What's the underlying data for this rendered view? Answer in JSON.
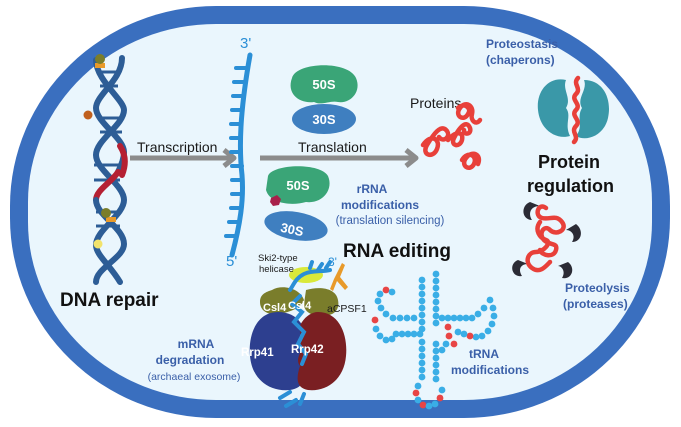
{
  "colors": {
    "cell_wall": "#3a6fbf",
    "cytoplasm": "#eaf6fd",
    "dna_strand": "#2d5d96",
    "dna_damage": "#b52033",
    "mrna": "#2b8fd6",
    "ribosome_50s": "#3aa577",
    "ribosome_30s": "#3f7fc0",
    "protein": "#e8403a",
    "chaperone": "#3a98a8",
    "protease": "#2b2b35",
    "arrow": "#8c8c8c",
    "csl4": "#7a7d2b",
    "rrp41": "#2d3f8f",
    "rrp42": "#7a1f22",
    "helicase": "#d9e93a",
    "acpsf1": "#e89a2a",
    "trna_base": "#3aaee6",
    "trna_modified": "#e84545",
    "label_blue": "#3a5fa8"
  },
  "labels": {
    "dna_repair": "DNA repair",
    "transcription": "Transcription",
    "translation": "Translation",
    "mrna_3prime": "3'",
    "mrna_5prime": "5'",
    "ribosome_large": "50S",
    "ribosome_small": "30S",
    "ribosome_large_2": "50S",
    "ribosome_small_2": "30S",
    "rrna_line1": "rRNA",
    "rrna_line2": "modifications",
    "rrna_line3": "(translation silencing)",
    "proteins": "Proteins",
    "proteostasis_line1": "Proteostasis",
    "proteostasis_line2": "(chaperons)",
    "protein_regulation_line1": "Protein",
    "protein_regulation_line2": "regulation",
    "proteolysis_line1": "Proteolysis",
    "proteolysis_line2": "(proteases)",
    "rna_editing": "RNA editing",
    "helicase_line1": "Ski2-type",
    "helicase_line2": "helicase",
    "exosome_3prime": "3'",
    "acpsf1": "aCPSF1",
    "csl4_left": "Csl4",
    "csl4_right": "Csl4",
    "rrp41": "Rrp41",
    "rrp42": "Rrp42",
    "mrna_deg_line1": "mRNA",
    "mrna_deg_line2": "degradation",
    "mrna_deg_line3": "(archaeal exosome)",
    "trna_line1": "tRNA",
    "trna_line2": "modifications"
  }
}
